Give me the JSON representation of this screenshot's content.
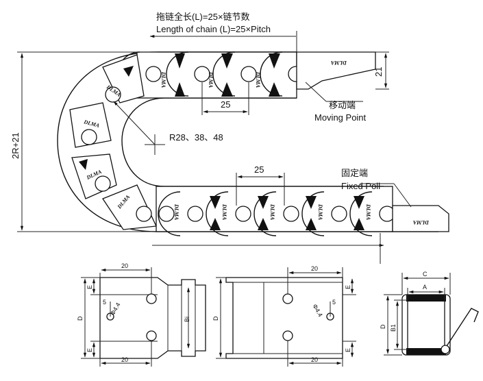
{
  "header": {
    "length_cn": "拖链全长(L)=25×链节数",
    "length_en": "Length of chain (L)=25×Pitch"
  },
  "labels": {
    "moving_cn": "移动端",
    "moving_en": "Moving Point",
    "fixed_cn": "固定端",
    "fixed_en": "Fixed Poll",
    "radius": "R28、38、48",
    "height_left": "2R+21",
    "height_right": "21",
    "pitch_top": "25",
    "pitch_bottom": "25",
    "logo": "DLMA"
  },
  "detail": {
    "left": {
      "width_top": "20",
      "width_bottom": "20",
      "e_top": "E",
      "e_bottom": "E",
      "d": "D",
      "bi": "Bi",
      "hole_off": "5",
      "hole_dia": "Φ4.4"
    },
    "right": {
      "width_top": "20",
      "width_bottom": "20",
      "e_top": "E",
      "e_bottom": "E",
      "d": "D",
      "hole_off": "5",
      "hole_dia": "Φ4.4"
    },
    "section": {
      "c": "C",
      "a": "A",
      "d": "D",
      "b1": "B1"
    }
  }
}
